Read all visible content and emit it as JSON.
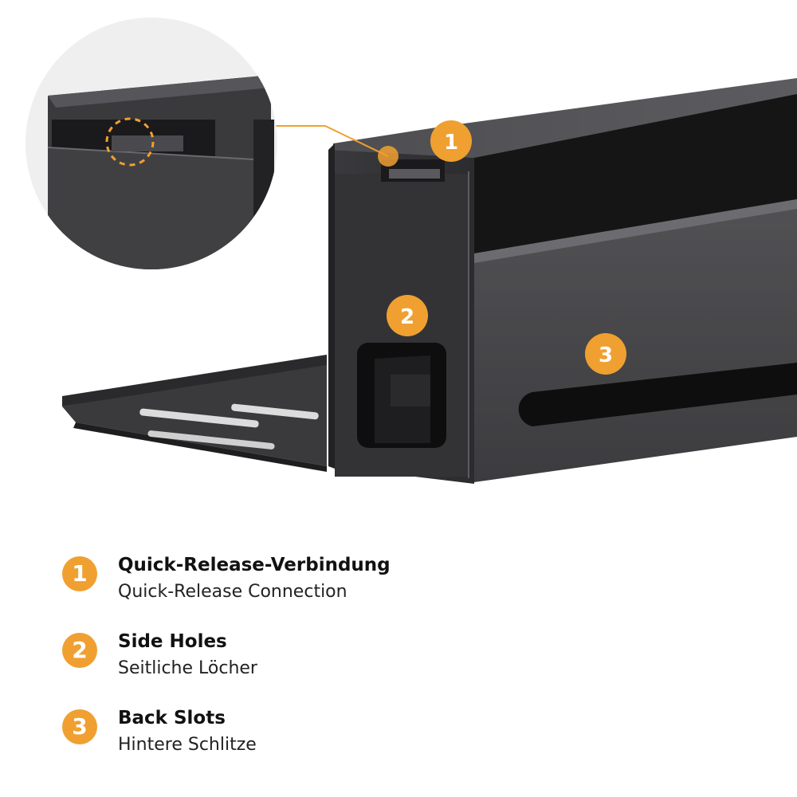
{
  "colors": {
    "accent": "#f0a030",
    "metal_dark": "#2e2e30",
    "metal_mid": "#4a4a4d",
    "metal_light": "#6a6a6d"
  },
  "callouts": [
    {
      "number": "1"
    },
    {
      "number": "2"
    },
    {
      "number": "3"
    }
  ],
  "legend": [
    {
      "number": "1",
      "title": "Quick-Release-Verbindung",
      "subtitle": "Quick-Release Connection"
    },
    {
      "number": "2",
      "title": "Side Holes",
      "subtitle": "Seitliche Löcher"
    },
    {
      "number": "3",
      "title": "Back Slots",
      "subtitle": "Hintere Schlitze"
    }
  ]
}
